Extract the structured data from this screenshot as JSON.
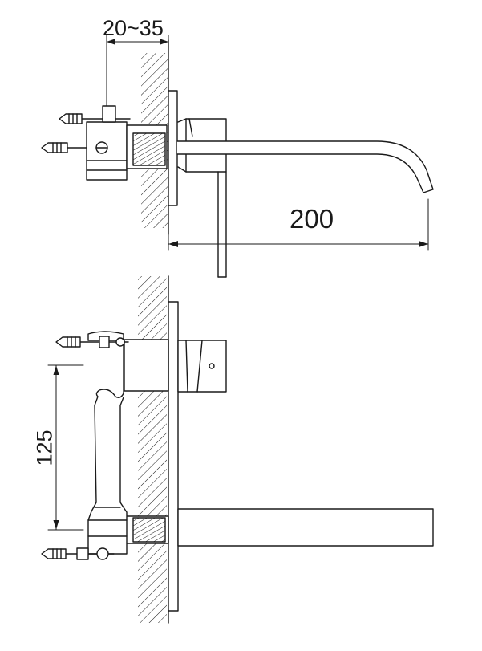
{
  "dimensions": {
    "mounting_depth": "20~35",
    "spout_length": "200",
    "valve_spacing": "125"
  },
  "colors": {
    "line": "#1a1a1a",
    "background": "#ffffff"
  }
}
